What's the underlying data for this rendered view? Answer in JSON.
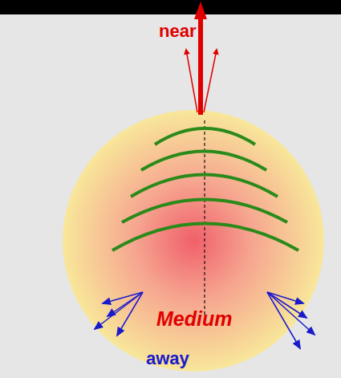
{
  "diagram": {
    "nodes": [
      {
        "text": [
          "Medium"
        ]
      }
    ],
    "labels": [
      "near",
      "away"
    ]
  }
}
